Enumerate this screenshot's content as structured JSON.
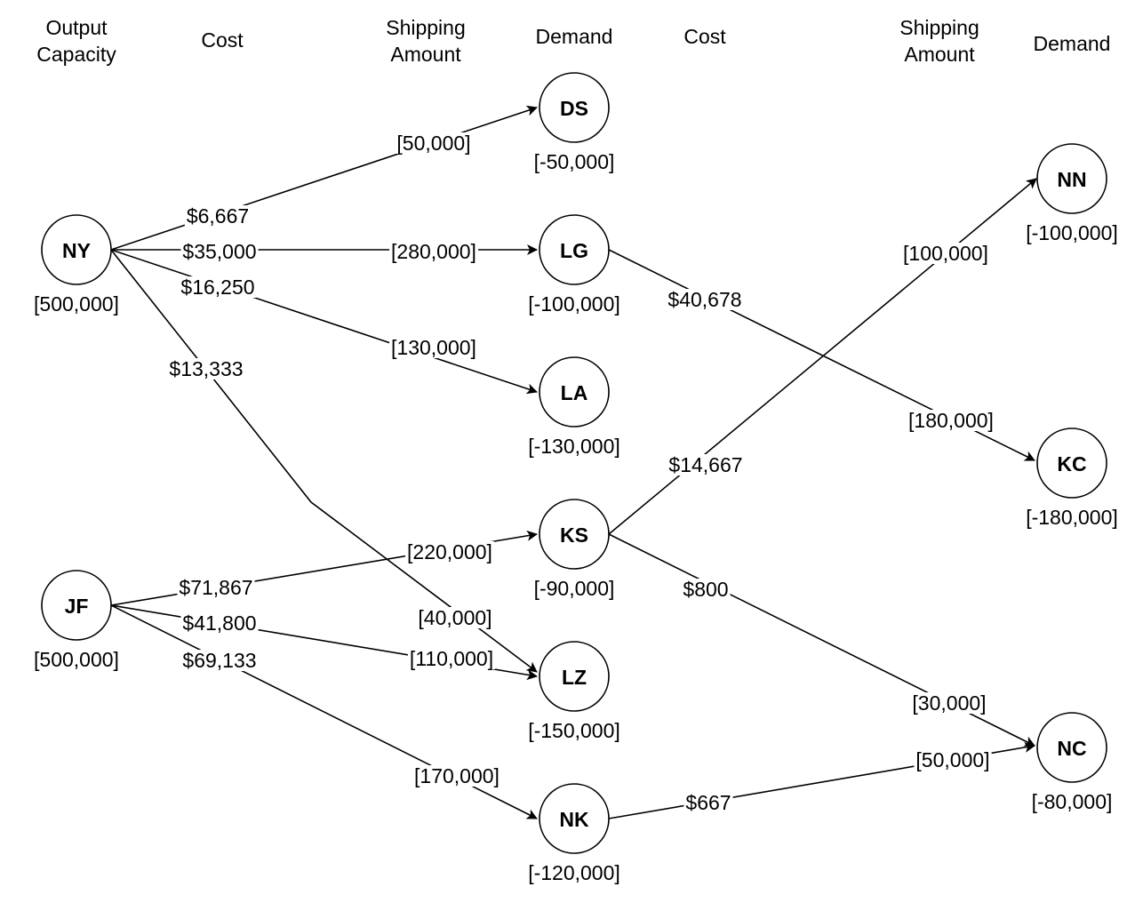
{
  "headers": [
    {
      "id": "output-capacity",
      "lines": [
        "Output",
        "Capacity"
      ]
    },
    {
      "id": "cost-1",
      "lines": [
        "Cost"
      ]
    },
    {
      "id": "shipping-amount-1",
      "lines": [
        "Shipping",
        "Amount"
      ]
    },
    {
      "id": "demand-1",
      "lines": [
        "Demand"
      ]
    },
    {
      "id": "cost-2",
      "lines": [
        "Cost"
      ]
    },
    {
      "id": "shipping-amount-2",
      "lines": [
        "Shipping",
        "Amount"
      ]
    },
    {
      "id": "demand-2",
      "lines": [
        "Demand"
      ]
    }
  ],
  "nodes": [
    {
      "id": "NY",
      "label": "NY",
      "value": "[500,000]"
    },
    {
      "id": "JF",
      "label": "JF",
      "value": "[500,000]"
    },
    {
      "id": "DS",
      "label": "DS",
      "value": "[-50,000]"
    },
    {
      "id": "LG",
      "label": "LG",
      "value": "[-100,000]"
    },
    {
      "id": "LA",
      "label": "LA",
      "value": "[-130,000]"
    },
    {
      "id": "KS",
      "label": "KS",
      "value": "[-90,000]"
    },
    {
      "id": "LZ",
      "label": "LZ",
      "value": "[-150,000]"
    },
    {
      "id": "NK",
      "label": "NK",
      "value": "[-120,000]"
    },
    {
      "id": "NN",
      "label": "NN",
      "value": "[-100,000]"
    },
    {
      "id": "KC",
      "label": "KC",
      "value": "[-180,000]"
    },
    {
      "id": "NC",
      "label": "NC",
      "value": "[-80,000]"
    }
  ],
  "edges": [
    {
      "id": "NY-DS",
      "from": "NY",
      "to": "DS",
      "cost": "$6,667",
      "amount": "[50,000]"
    },
    {
      "id": "NY-LG",
      "from": "NY",
      "to": "LG",
      "cost": "$35,000",
      "amount": "[280,000]"
    },
    {
      "id": "NY-LA",
      "from": "NY",
      "to": "LA",
      "cost": "$16,250",
      "amount": "[130,000]"
    },
    {
      "id": "NY-LZ",
      "from": "NY",
      "to": "LZ",
      "cost": "$13,333",
      "amount": "[40,000]"
    },
    {
      "id": "JF-KS",
      "from": "JF",
      "to": "KS",
      "cost": "$71,867",
      "amount": "[220,000]"
    },
    {
      "id": "JF-LZ",
      "from": "JF",
      "to": "LZ",
      "cost": "$41,800",
      "amount": "[110,000]"
    },
    {
      "id": "JF-NK",
      "from": "JF",
      "to": "NK",
      "cost": "$69,133",
      "amount": "[170,000]"
    },
    {
      "id": "LG-KC",
      "from": "LG",
      "to": "KC",
      "cost": "$40,678",
      "amount": "[180,000]"
    },
    {
      "id": "KS-NN",
      "from": "KS",
      "to": "NN",
      "cost": "$14,667",
      "amount": "[100,000]"
    },
    {
      "id": "KS-NC",
      "from": "KS",
      "to": "NC",
      "cost": "$800",
      "amount": "[30,000]"
    },
    {
      "id": "NK-NC",
      "from": "NK",
      "to": "NC",
      "cost": "$667",
      "amount": "[50,000]"
    }
  ]
}
